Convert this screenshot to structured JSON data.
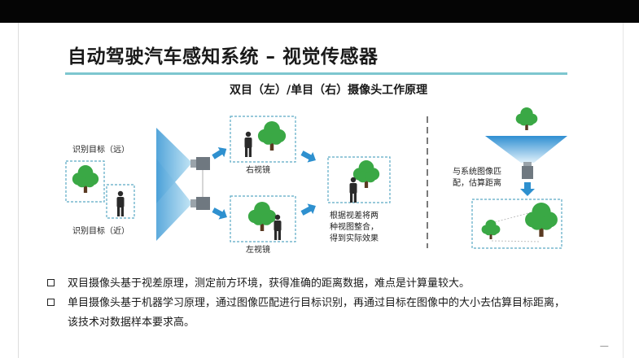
{
  "slide": {
    "title": "自动驾驶汽车感知系统 – 视觉传感器",
    "subtitle": "双目（左）/单目（右）摄像头工作原理"
  },
  "diagram": {
    "label_far_target": "识别目标（远）",
    "label_near_target": "识别目标（近）",
    "label_right_lens": "右视镜",
    "label_left_lens": "左视镜",
    "label_merge_line1": "根据视差将两",
    "label_merge_line2": "种视图整合，",
    "label_merge_line3": "得到实际效果",
    "label_match_line1": "与系统图像匹",
    "label_match_line2": "配，估算距离"
  },
  "bullets": {
    "item1": "双目摄像头基于视差原理，测定前方环境，获得准确的距离数据，难点是计算量较大。",
    "item2_line1": "单目摄像头基于机器学习原理，通过图像匹配进行目标识别，再通过目标在图像中的大小去估算目标距离，",
    "item2_line2": "该技术对数据样本要求高。"
  },
  "colors": {
    "accent": "#7dc6cf",
    "tree_green": "#3aa845",
    "arrow_blue": "#2e90cf",
    "dashed_box": "#5aa9c4",
    "camera_gray": "#6f7880"
  },
  "icons": [
    "tree-icon",
    "person-icon",
    "camera-icon",
    "arrow-icon",
    "light-cone"
  ]
}
